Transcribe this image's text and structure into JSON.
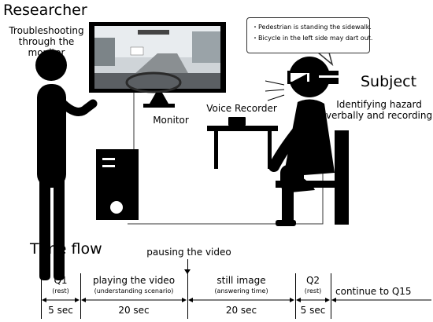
{
  "titles": {
    "researcher": "Researcher",
    "subject": "Subject",
    "time_flow": "Time flow"
  },
  "labels": {
    "researcher_role": "Troubleshooting\nthrough the monitor",
    "monitor": "Monitor",
    "voice_recorder": "Voice Recorder",
    "subject_role": "Identifying hazard\nverbally and recording"
  },
  "speech_bubble": {
    "lines": [
      "Pedestrian is standing the sidewalk.",
      "Bicycle in the left side may dart out."
    ]
  },
  "timeline": {
    "pause_label": "pausing the video",
    "segments": [
      {
        "label": "Q1",
        "sub": "(rest)",
        "duration": "5 sec"
      },
      {
        "label": "playing the video",
        "sub": "(understanding scenario)",
        "duration": "20 sec"
      },
      {
        "label": "still image",
        "sub": "(answering time)",
        "duration": "20 sec"
      },
      {
        "label": "Q2",
        "sub": "(rest)",
        "duration": "5 sec"
      }
    ],
    "continue_label": "continue to Q15"
  }
}
